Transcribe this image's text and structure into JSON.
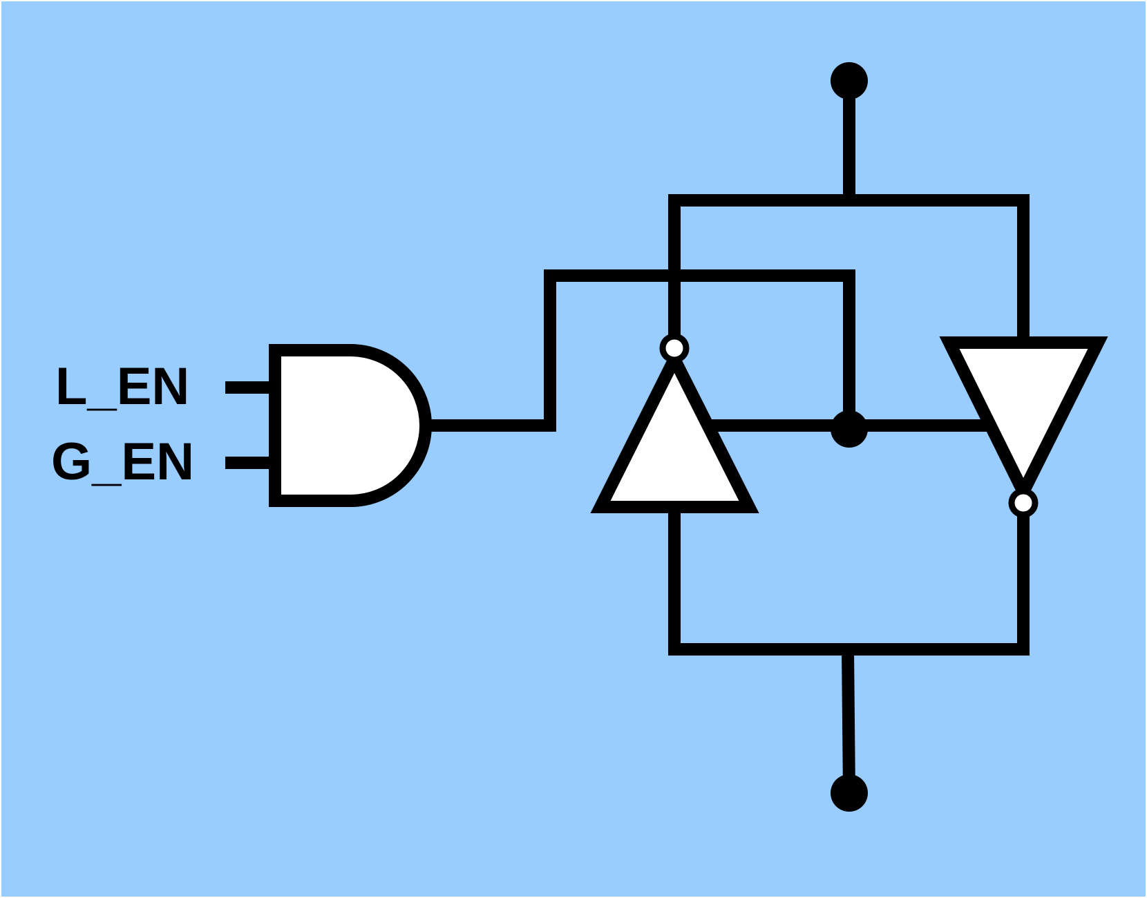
{
  "colors": {
    "background": "#99CCFF",
    "line": "#000000",
    "fill": "#FFFFFF"
  },
  "labels": {
    "input_top": "L_EN",
    "input_bottom": "G_EN"
  },
  "icons": [
    "and-gate",
    "tristate-buffer",
    "tristate-inverter",
    "junction-dot",
    "terminal-dot"
  ]
}
